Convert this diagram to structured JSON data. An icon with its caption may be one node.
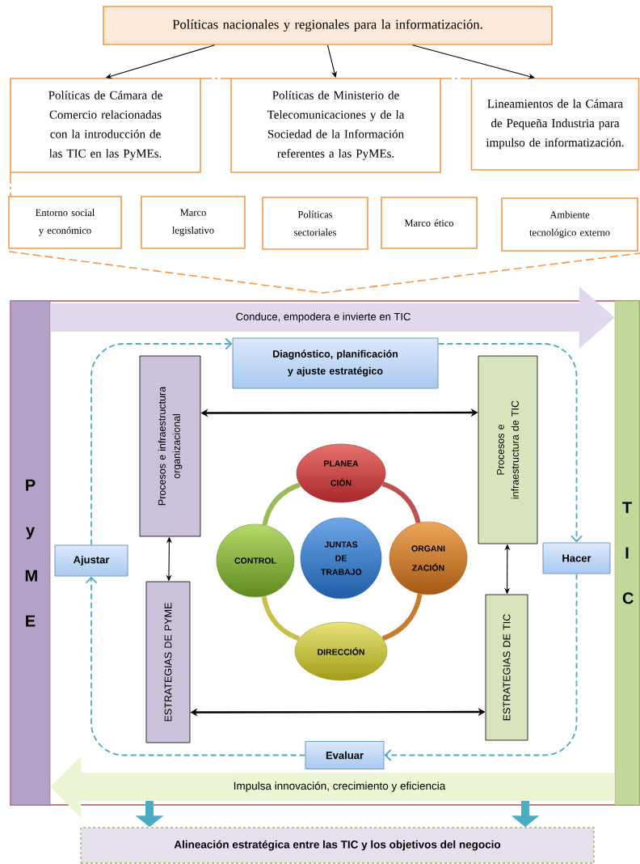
{
  "diagram": {
    "nodes": [
      {
        "text": [
          "Políticas nacionales y regionales para la informatización."
        ]
      },
      {
        "text": [
          "Políticas de Cámara de Comercio relacionadas con la introducción de las TIC en las PyMEs."
        ]
      },
      {
        "text": [
          "Políticas de Ministerio de Telecomunicaciones y de la Sociedad de la Información referentes a las PyMEs."
        ]
      },
      {
        "text": [
          "Lineamientos de la Cámara de Pequeña Industria para impulso de informatización."
        ]
      },
      {
        "text": [
          "Entorno social y económico"
        ]
      },
      {
        "text": [
          "Marco legislativo"
        ]
      },
      {
        "text": [
          "Políticas sectoriales"
        ]
      },
      {
        "text": [
          "Marco ético"
        ]
      },
      {
        "text": [
          "Ambiente tecnológico externo"
        ]
      },
      {
        "text": [
          "P y M E"
        ]
      },
      {
        "text": [
          "T I C"
        ]
      },
      {
        "text": [
          "Diagnóstico, planificación y ajuste estratégico"
        ]
      },
      {
        "text": [
          "Procesos e infraestructura organizacional"
        ]
      },
      {
        "text": [
          "Procesos e infraestructura de TIC"
        ]
      },
      {
        "text": [
          "Ajustar"
        ]
      },
      {
        "text": [
          "Hacer"
        ]
      },
      {
        "text": [
          "ESTRATEGIAS DE PYME"
        ]
      },
      {
        "text": [
          "ESTRATEGIAS DE TIC"
        ]
      },
      {
        "text": [
          "PLANEA CIÓN"
        ]
      },
      {
        "text": [
          "CONTROL"
        ]
      },
      {
        "text": [
          "JUNTAS DE TRABAJO"
        ]
      },
      {
        "text": [
          "ORGANI ZACIÓN"
        ]
      },
      {
        "text": [
          "DIRECCIÓN"
        ]
      },
      {
        "text": [
          "Evaluar"
        ]
      },
      {
        "text": [
          "Alineación estratégica entre las TIC y los objetivos del negocio"
        ]
      }
    ],
    "edges": [
      {
        "from": 0,
        "to": 1,
        "arrow": "to"
      },
      {
        "from": 0,
        "to": 2,
        "arrow": "to"
      },
      {
        "from": 0,
        "to": 3,
        "arrow": "to"
      },
      {
        "from": 12,
        "to": 13,
        "arrow": "both"
      },
      {
        "from": 12,
        "to": 16,
        "arrow": "both"
      },
      {
        "from": 13,
        "to": 17,
        "arrow": "both"
      },
      {
        "from": 16,
        "to": 17,
        "arrow": "both"
      },
      {
        "from": 19,
        "to": 18,
        "arrow": "none",
        "style": "thick",
        "color": "#9bbb59"
      },
      {
        "from": 18,
        "to": 21,
        "arrow": "none",
        "style": "thick",
        "color": "#c0504d"
      },
      {
        "from": 21,
        "to": 22,
        "arrow": "none",
        "style": "thick",
        "color": "#c77c30"
      },
      {
        "from": 22,
        "to": 19,
        "arrow": "none",
        "style": "thick",
        "color": "#c9c04a"
      },
      {
        "from": 11,
        "to": 15,
        "arrow": "to",
        "style": "dashed",
        "color": "#4bacc6"
      },
      {
        "from": 15,
        "to": 23,
        "arrow": "to",
        "style": "dashed",
        "color": "#4bacc6"
      },
      {
        "from": 23,
        "to": 14,
        "arrow": "to",
        "style": "dashed",
        "color": "#4bacc6"
      },
      {
        "from": 14,
        "to": 11,
        "arrow": "to",
        "style": "dashed",
        "color": "#4bacc6"
      },
      {
        "from": null,
        "to": 24,
        "arrow": "to",
        "style": "thick",
        "color": "#4bacc6"
      },
      {
        "from": null,
        "to": 24,
        "arrow": "to",
        "style": "thick",
        "color": "#4bacc6"
      },
      {
        "from": 9,
        "to": 10,
        "label": "Conduce, empodera e invierte en TIC",
        "arrow": "to",
        "style": "thick",
        "color": "#e2d8ee"
      },
      {
        "from": 10,
        "to": 9,
        "label": "Impulsa innovación, crecimiento y eficiencia",
        "arrow": "to",
        "style": "thick",
        "color": "#ebf5d3"
      }
    ]
  }
}
